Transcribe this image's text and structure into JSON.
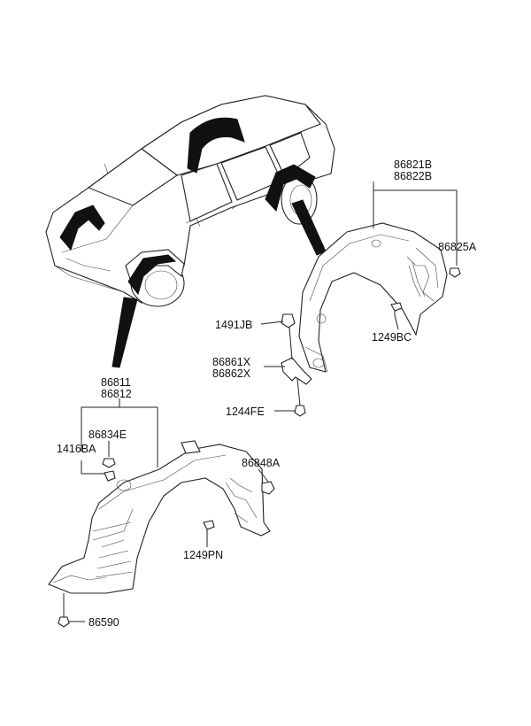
{
  "labels": {
    "rear_liner": [
      "86821B",
      "86822B"
    ],
    "front_liner": [
      "86811",
      "86812"
    ],
    "rear_nut": "86825A",
    "rear_screw": "1249BC",
    "clip_1491": "1491JB",
    "bracket": [
      "86861X",
      "86862X"
    ],
    "clip_1244": "1244FE",
    "front_nut": "86834E",
    "front_bolt": "1416BA",
    "front_clip": "86848A",
    "front_screw": "1249PN",
    "bottom_nut": "86590"
  }
}
